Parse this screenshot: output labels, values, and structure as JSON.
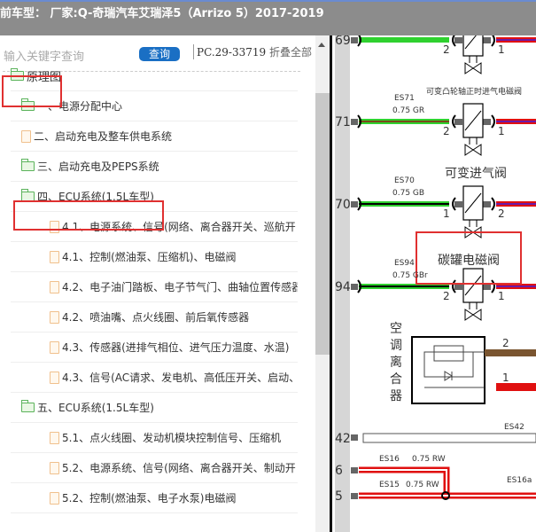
{
  "title": "前车型： 厂家:Q-奇瑞汽车艾瑞泽5（Arrizo 5）2017-2019",
  "search": {
    "placeholder": "输入关键字查询",
    "button": "查询",
    "pc": "PC.29-33719",
    "collapse": "折叠全部"
  },
  "tree": [
    {
      "label": "原理图",
      "type": "folder",
      "level": 0,
      "highlight": true
    },
    {
      "label": "一、电源分配中心",
      "type": "folder",
      "level": 1
    },
    {
      "label": "二、启动充电及整车供电系统",
      "type": "file",
      "level": 1
    },
    {
      "label": "三、启动充电及PEPS系统",
      "type": "folder",
      "level": 1
    },
    {
      "label": "四、ECU系统(1.5L车型)",
      "type": "folder",
      "level": 1,
      "highlight": true
    },
    {
      "label": "4.1、电源系统、信号(网络、离合器开关、巡航开",
      "type": "file",
      "level": 2
    },
    {
      "label": "4.1、控制(燃油泵、压缩机)、电磁阀",
      "type": "file",
      "level": 2
    },
    {
      "label": "4.2、电子油门踏板、电子节气门、曲轴位置传感器",
      "type": "file",
      "level": 2
    },
    {
      "label": "4.2、喷油嘴、点火线圈、前后氧传感器",
      "type": "file",
      "level": 2
    },
    {
      "label": "4.3、传感器(进排气相位、进气压力温度、水温)",
      "type": "file",
      "level": 2
    },
    {
      "label": "4.3、信号(AC请求、发电机、高低压开关、启动、",
      "type": "file",
      "level": 2
    },
    {
      "label": "五、ECU系统(1.5L车型)",
      "type": "folder",
      "level": 1
    },
    {
      "label": "5.1、点火线圈、发动机模块控制信号、压缩机",
      "type": "file",
      "level": 2
    },
    {
      "label": "5.2、电源系统、信号(网络、离合器开关、制动开",
      "type": "file",
      "level": 2
    },
    {
      "label": "5.2、控制(燃油泵、电子水泵)电磁阀",
      "type": "file",
      "level": 2
    }
  ],
  "diagram": {
    "pins": [
      "69",
      "71",
      "70",
      "94",
      "42",
      "6",
      "5"
    ],
    "wires": {
      "es71": "ES71",
      "es71s": "0.75 GR",
      "es70": "ES70",
      "es70s": "0.75 GB",
      "es94": "ES94",
      "es94s": "0.75 GBr",
      "es42": "ES42",
      "es16": "ES16",
      "es16s": "0.75 RW",
      "es15": "ES15",
      "es15s": "0.75 RW",
      "es16a": "ES16a"
    },
    "components": {
      "vvt": "可变凸轮轴正时进气电磁阀",
      "intake": "可变进气阀",
      "canister": "碳罐电磁阀",
      "clutch": "空调离合器"
    },
    "terminals": {
      "a": "2",
      "b": "1",
      "c": "2",
      "d": "1",
      "e": "1",
      "f": "2",
      "g": "2",
      "h": "1",
      "i": "2",
      "j": "1"
    }
  },
  "colors": {
    "highlight": "#e03030",
    "button": "#1a6fc4",
    "wire_green": "#2fd12f",
    "wire_red": "#e01010"
  }
}
